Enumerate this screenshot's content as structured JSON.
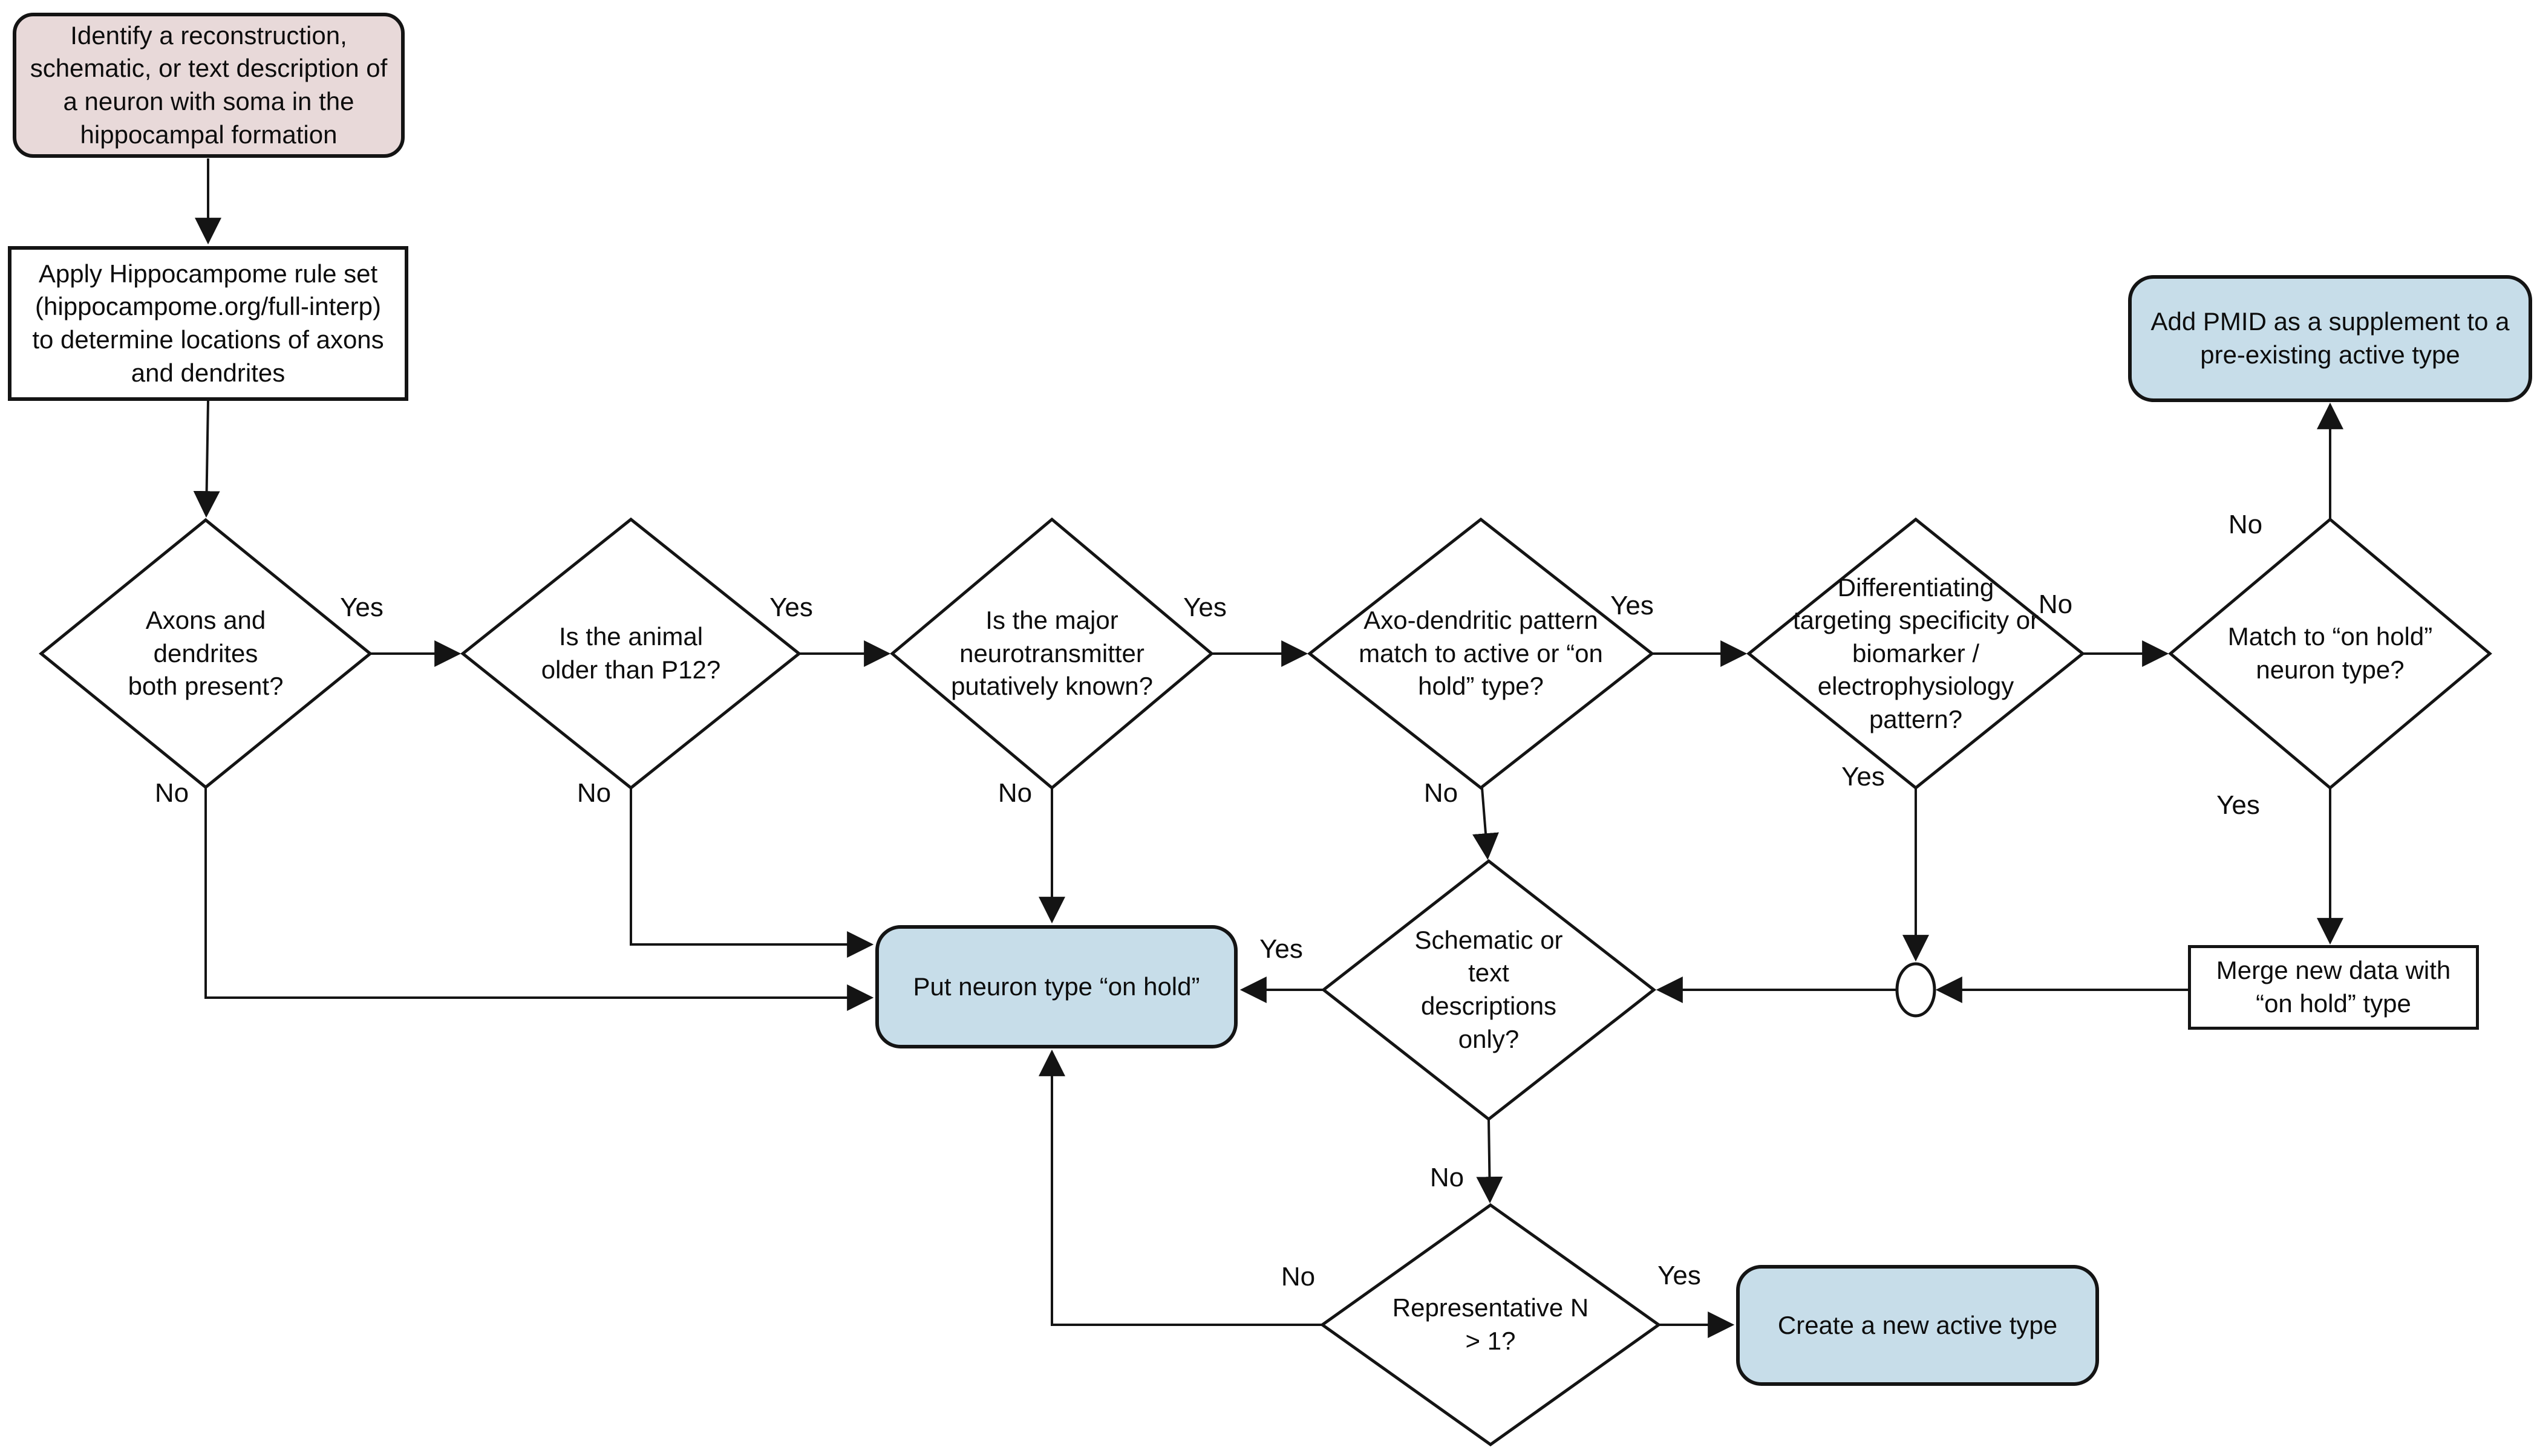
{
  "title": "Hippocampome neuron type classification flowchart",
  "colors": {
    "start_fill": "#e8d9d9",
    "terminal_fill": "#c7dde9",
    "process_fill": "#ffffff",
    "line": "#141414"
  },
  "nodes": {
    "start": {
      "text": "Identify a reconstruction, schematic, or text description of a neuron with soma in the hippocampal formation"
    },
    "apply_rules": {
      "text": "Apply Hippocampome rule set (hippocampome.org/full-interp) to determine locations of axons and dendrites"
    },
    "axons_dendrites": {
      "text": "Axons and dendrites both present?"
    },
    "animal_age": {
      "text": "Is the animal older than P12?"
    },
    "neurotransmitter": {
      "text": "Is the major neurotransmitter putatively known?"
    },
    "axo_dendritic": {
      "text": "Axo-dendritic pattern match to active or “on hold” type?"
    },
    "differentiating": {
      "text": "Differentiating targeting specificity or biomarker / electrophysiology pattern?"
    },
    "match_on_hold": {
      "text": "Match to “on hold” neuron type?"
    },
    "add_pmid": {
      "text": "Add PMID as a supplement to a pre-existing active type"
    },
    "put_on_hold": {
      "text": "Put neuron type “on hold”"
    },
    "schematic_only": {
      "text": "Schematic or text descriptions only?"
    },
    "merge_data": {
      "text": "Merge new data with “on hold” type"
    },
    "representative": {
      "text": "Representative N > 1?"
    },
    "create_new": {
      "text": "Create a new active type"
    }
  },
  "labels": {
    "d1_yes": "Yes",
    "d1_no": "No",
    "d2_yes": "Yes",
    "d2_no": "No",
    "d3_yes": "Yes",
    "d3_no": "No",
    "d4_yes": "Yes",
    "d4_no": "No",
    "d5_no": "No",
    "d5_yes": "Yes",
    "d6_no": "No",
    "d6_yes": "Yes",
    "schematic_yes": "Yes",
    "schematic_no": "No",
    "rep_no": "No",
    "rep_yes": "Yes"
  }
}
